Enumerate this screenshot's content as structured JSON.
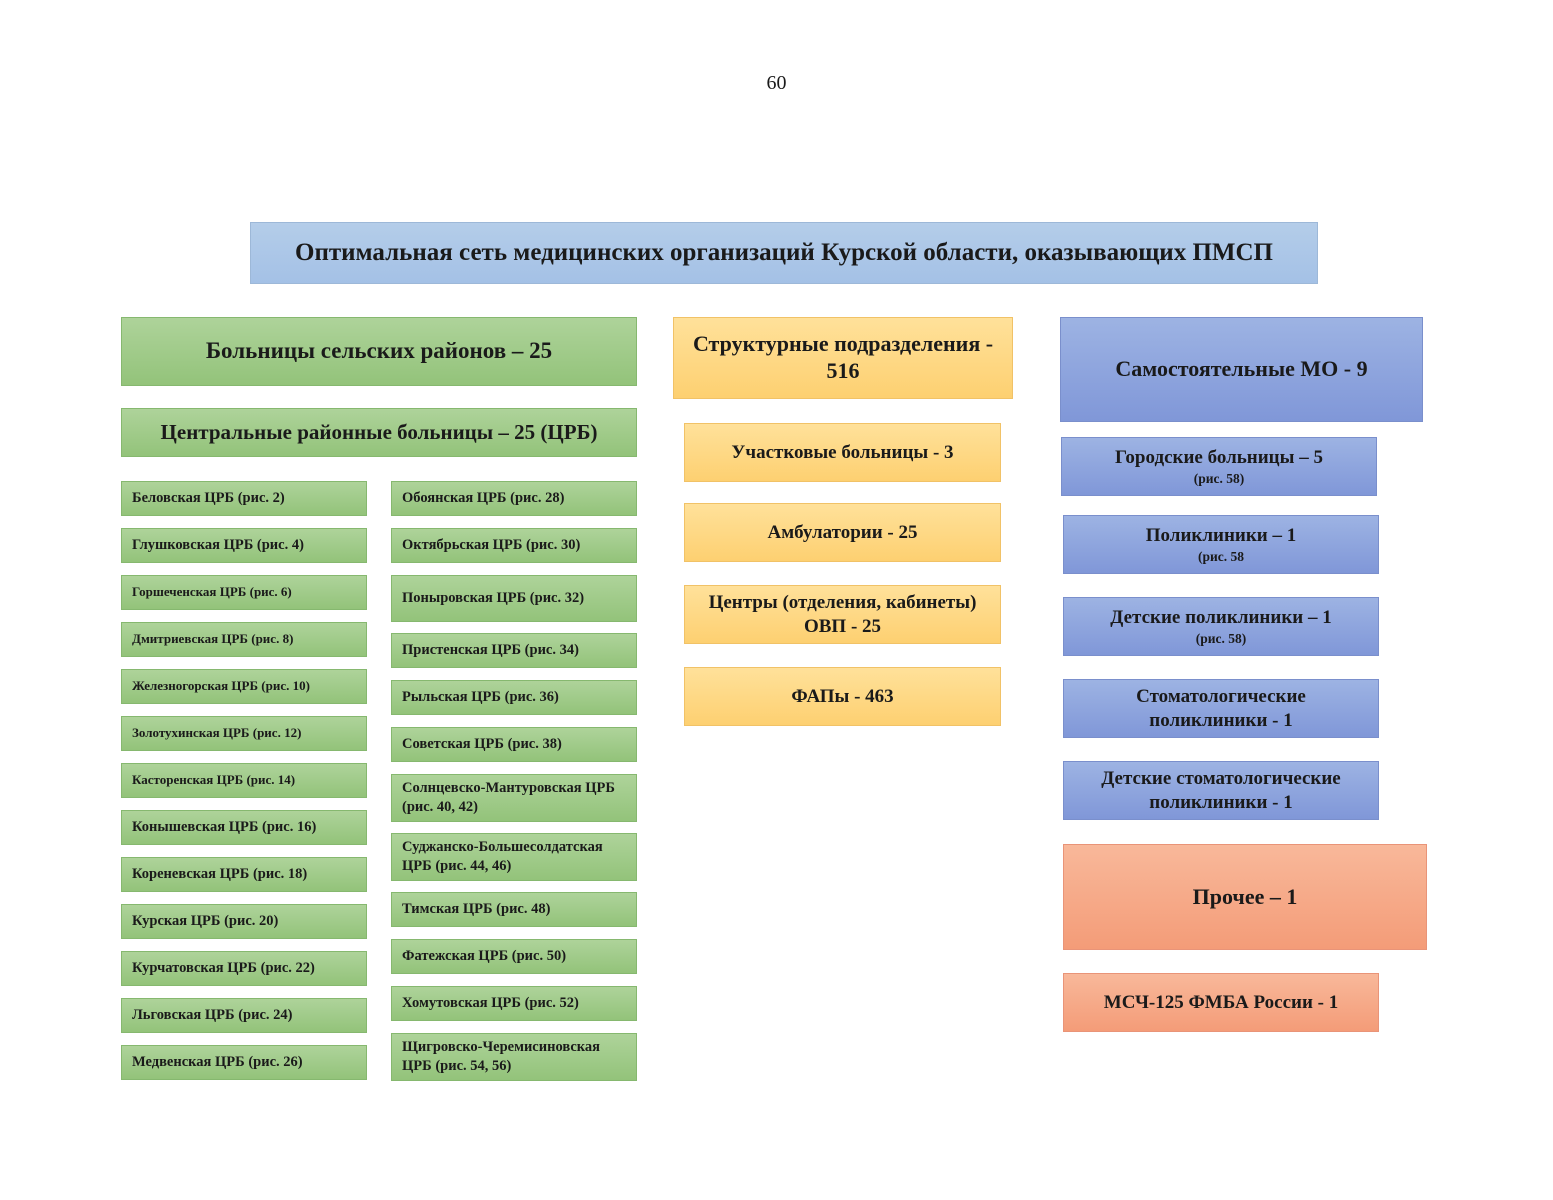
{
  "page_number": "60",
  "title": "Оптимальная сеть медицинских организаций Курской области, оказывающих ПМСП",
  "rural": {
    "header": "Больницы сельских районов – 25",
    "subheader": "Центральные районные больницы – 25 (ЦРБ)",
    "left_items": [
      "Беловская ЦРБ (рис. 2)",
      "Глушковская ЦРБ (рис. 4)",
      "Горшеченская ЦРБ (рис. 6)",
      "Дмитриевская ЦРБ (рис. 8)",
      "Железногорская ЦРБ (рис. 10)",
      "Золотухинская ЦРБ (рис. 12)",
      "Касторенская ЦРБ (рис. 14)",
      "Конышевская ЦРБ (рис. 16)",
      "Кореневская ЦРБ (рис. 18)",
      "Курская ЦРБ (рис. 20)",
      "Курчатовская ЦРБ (рис. 22)",
      "Льговская ЦРБ (рис. 24)",
      "Медвенская ЦРБ (рис. 26)"
    ],
    "right_items": [
      "Обоянская ЦРБ (рис. 28)",
      "Октябрьская ЦРБ (рис. 30)",
      "Поныровская ЦРБ (рис. 32)",
      "Пристенская ЦРБ (рис. 34)",
      "Рыльская ЦРБ (рис. 36)",
      "Советская ЦРБ (рис. 38)",
      "Солнцевско-Мантуровская ЦРБ (рис. 40, 42)",
      "Суджанско-Большесолдатская ЦРБ (рис. 44, 46)",
      "Тимская ЦРБ (рис. 48)",
      "Фатежская ЦРБ (рис. 50)",
      "Хомутовская ЦРБ (рис. 52)",
      "Щигровско-Черемисиновская ЦРБ (рис. 54, 56)"
    ]
  },
  "structural": {
    "header": "Структурные подразделения - 516",
    "items": [
      "Участковые больницы - 3",
      "Амбулатории - 25",
      "Центры (отделения, кабинеты) ОВП - 25",
      "ФАПы - 463"
    ]
  },
  "independent": {
    "header": "Самостоятельные МО - 9",
    "items": [
      {
        "label": "Городские больницы – 5",
        "note": "(рис. 58)"
      },
      {
        "label": "Поликлиники – 1",
        "note": "(рис. 58"
      },
      {
        "label": "Детские поликлиники – 1",
        "note": "(рис. 58)"
      },
      {
        "label": "Стоматологические поликлиники - 1",
        "note": ""
      },
      {
        "label": "Детские стоматологические поликлиники - 1",
        "note": ""
      }
    ]
  },
  "other": {
    "header": "Прочее – 1",
    "item": "МСЧ-125 ФМБА России - 1"
  },
  "colors": {
    "green": "#93c37a",
    "orange": "#fdd071",
    "blue": "#8097d8",
    "salmon": "#f49c78",
    "title_blue": "#a4c1e6"
  }
}
